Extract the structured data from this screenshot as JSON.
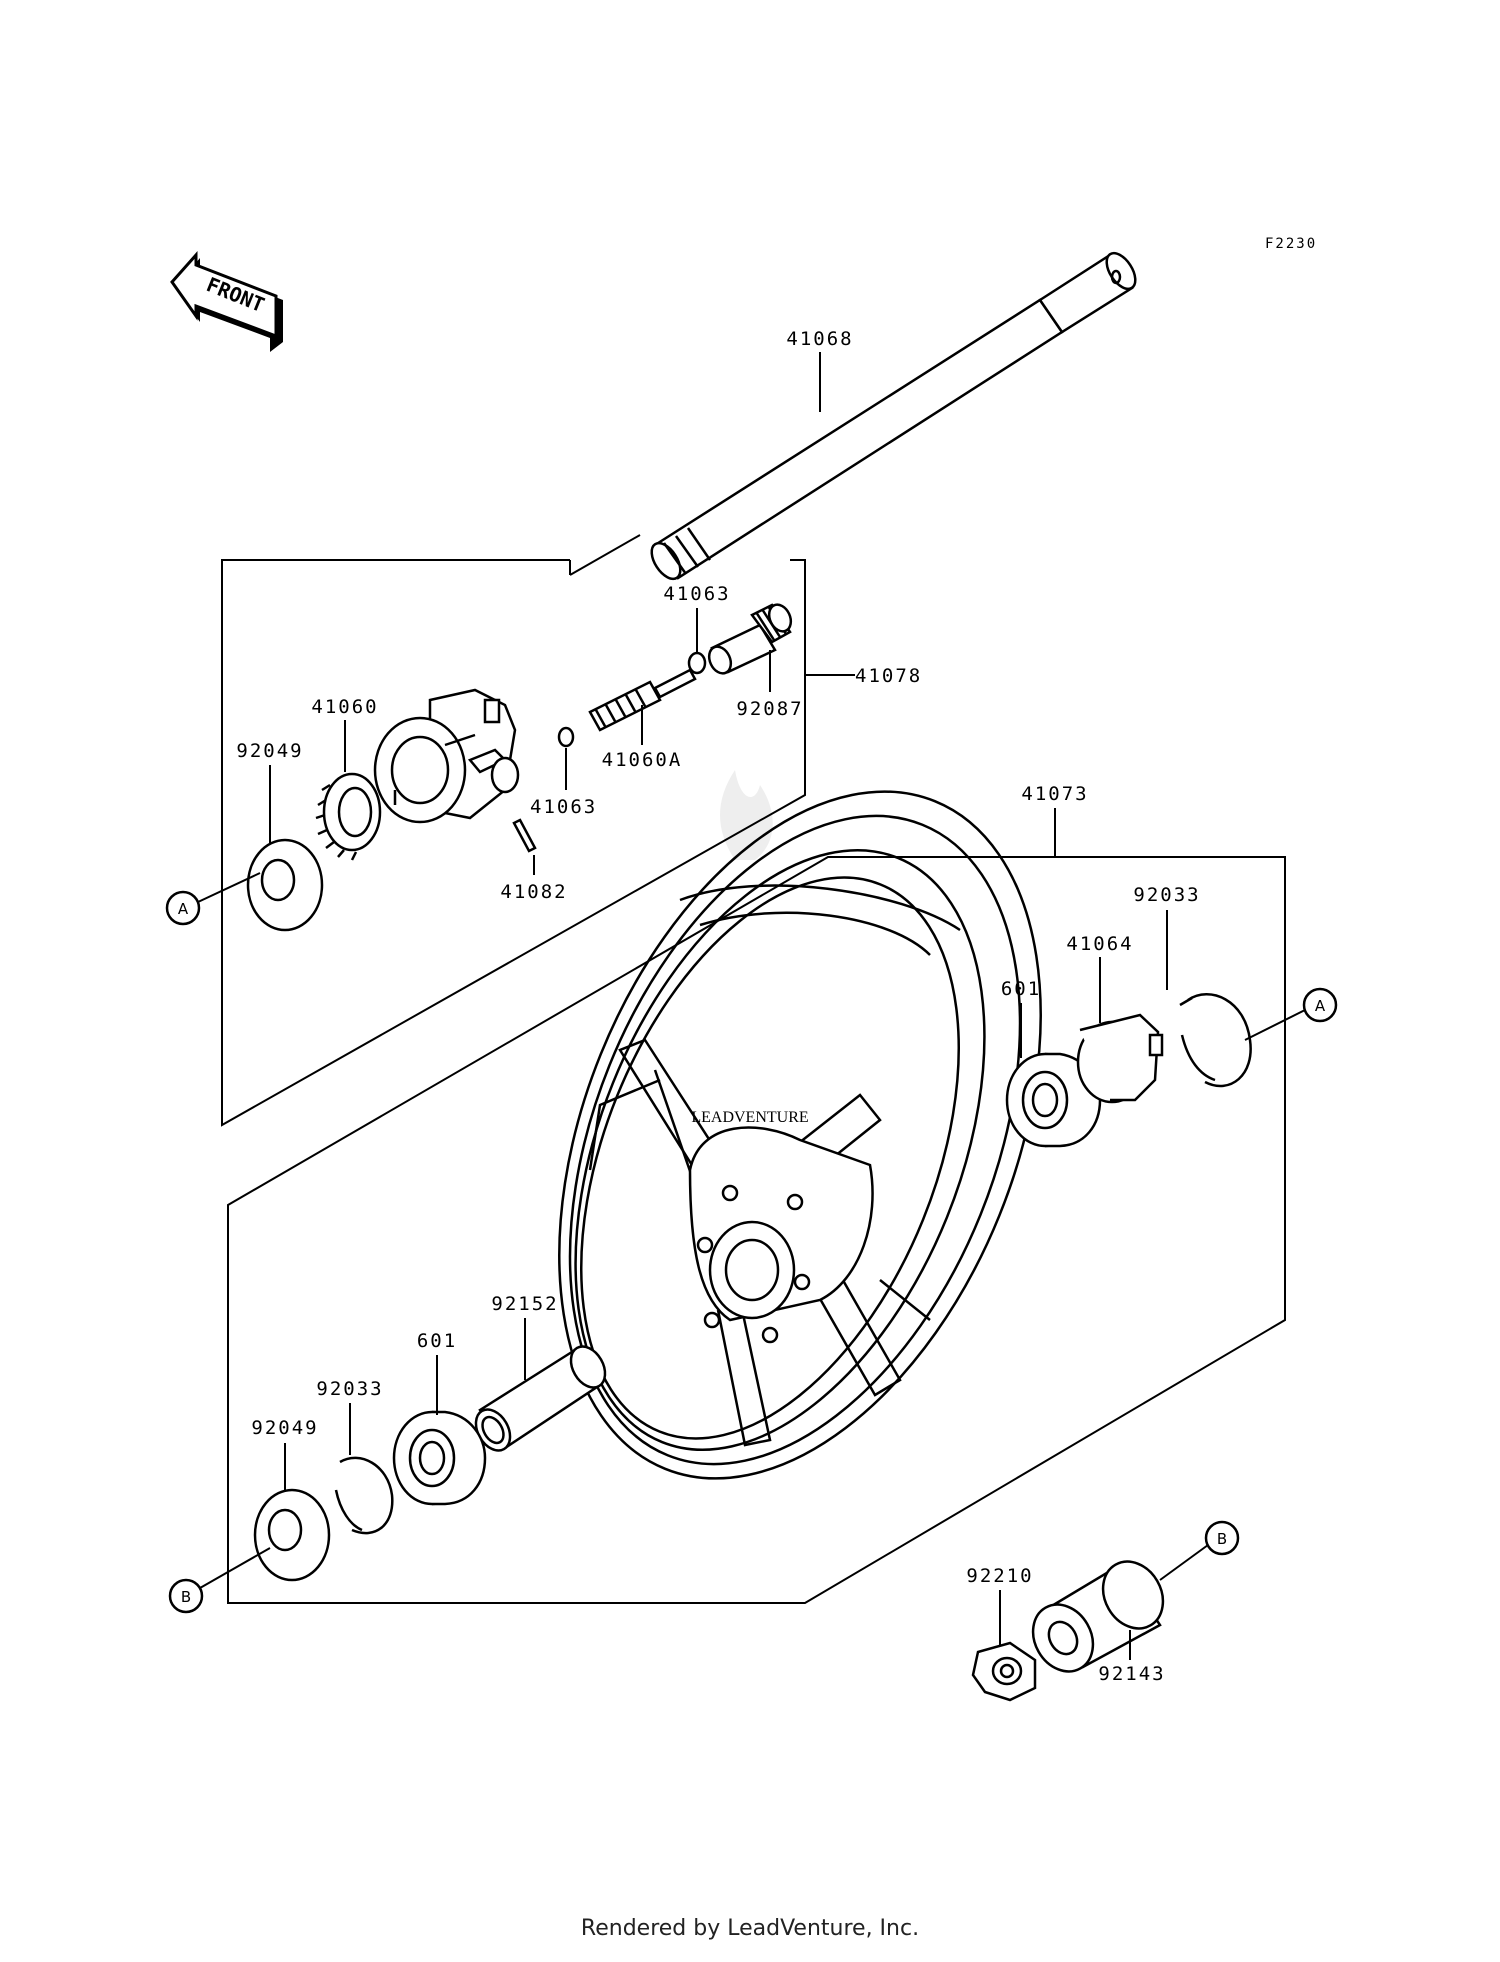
{
  "diagram_code": "F2230",
  "front_label": "FRONT",
  "watermark": "LEADVENTURE",
  "footer": "Rendered by LeadVenture, Inc.",
  "callouts": {
    "c41068": "41068",
    "c41063_top": "41063",
    "c92087": "92087",
    "c41078": "41078",
    "c41060": "41060",
    "c92049_top": "92049",
    "c41060A": "41060A",
    "c41063_mid": "41063",
    "c41082": "41082",
    "c41073": "41073",
    "c92033_right": "92033",
    "c41064": "41064",
    "c601_right": "601",
    "c92152": "92152",
    "c601_left": "601",
    "c92033_left": "92033",
    "c92049_bottom": "92049",
    "c92210": "92210",
    "c92143": "92143"
  },
  "refs": {
    "a_left": "A",
    "a_right": "A",
    "b_left": "B",
    "b_right": "B"
  }
}
